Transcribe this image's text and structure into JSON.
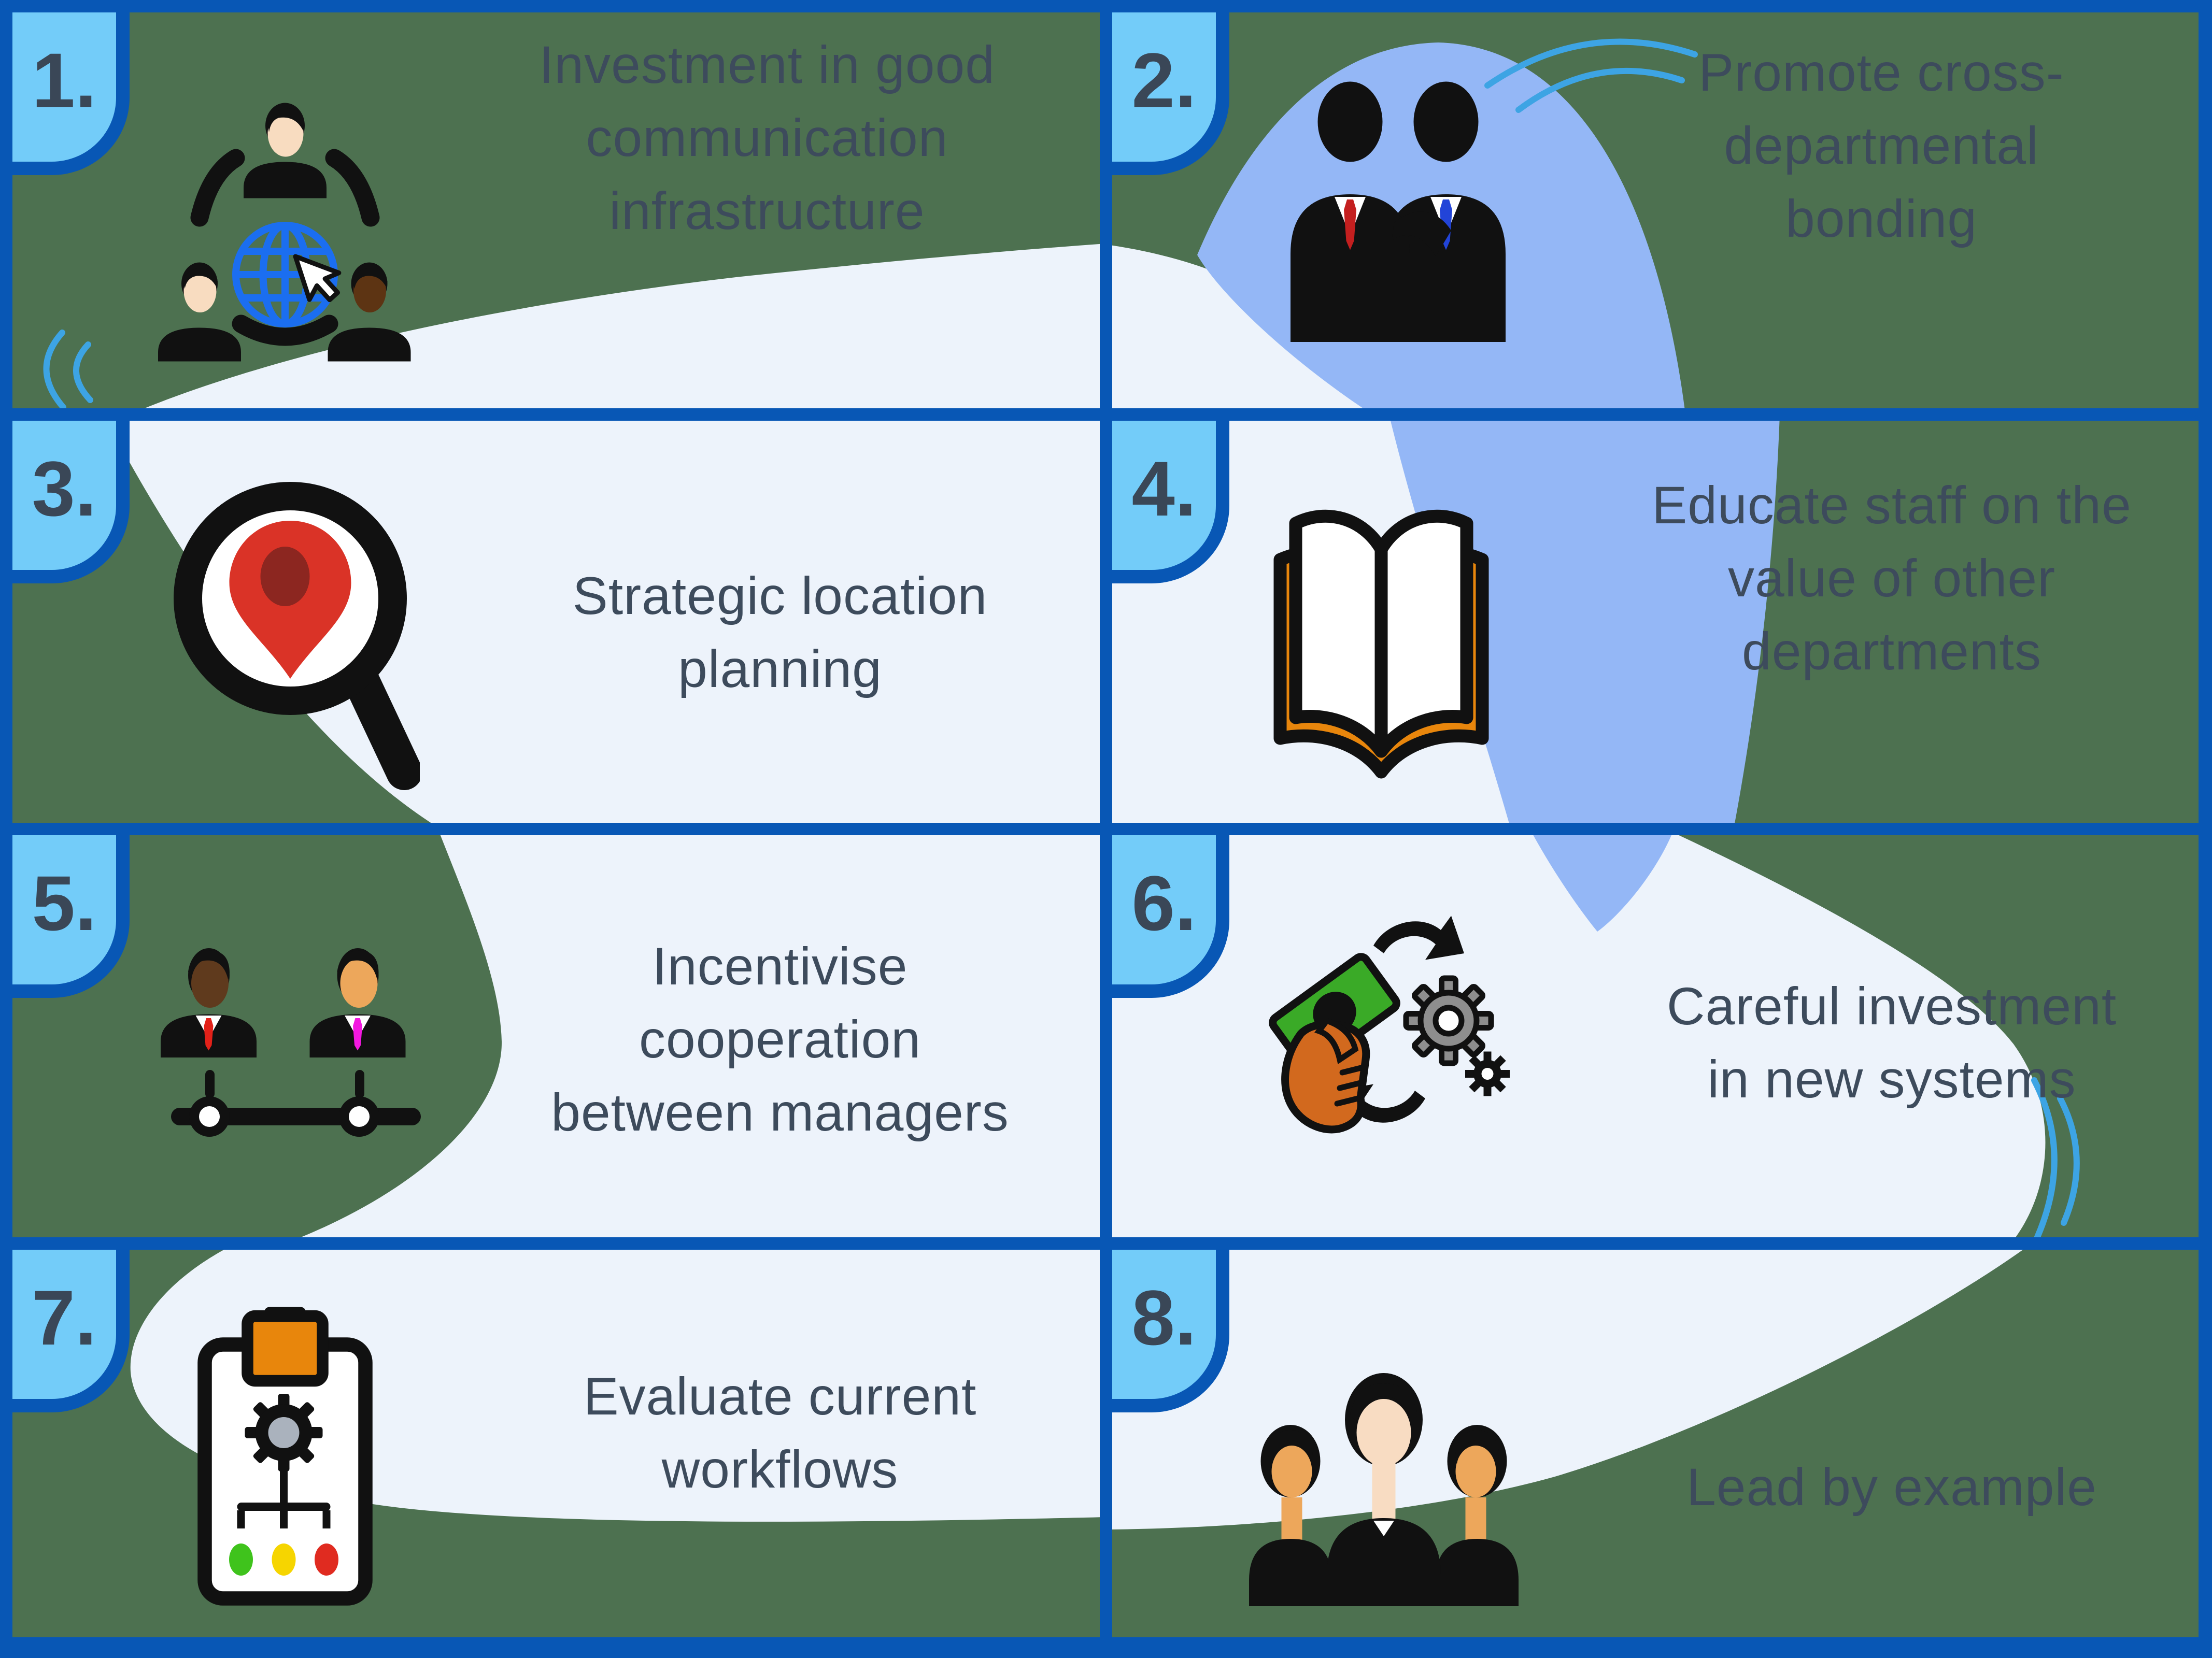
{
  "infographic": {
    "cells": [
      {
        "number": "1.",
        "lines": [
          "Investment in good",
          "communication",
          "infrastructure"
        ],
        "icon": "communication-network"
      },
      {
        "number": "2.",
        "lines": [
          "Promote cross-",
          "departmental",
          "bonding"
        ],
        "icon": "colleagues-bonding"
      },
      {
        "number": "3.",
        "lines": [
          "Strategic location",
          "planning"
        ],
        "icon": "location-search"
      },
      {
        "number": "4.",
        "lines": [
          "Educate staff on the",
          "value of other",
          "departments"
        ],
        "icon": "open-book"
      },
      {
        "number": "5.",
        "lines": [
          "Incentivise",
          "cooperation",
          "between managers"
        ],
        "icon": "managers-org-chart"
      },
      {
        "number": "6.",
        "lines": [
          "Careful investment",
          "in new systems"
        ],
        "icon": "money-gears-cycle"
      },
      {
        "number": "7.",
        "lines": [
          "Evaluate current",
          "workflows"
        ],
        "icon": "workflow-clipboard"
      },
      {
        "number": "8.",
        "lines": [
          "Lead by example"
        ],
        "icon": "team-people"
      }
    ],
    "colors": {
      "frame_blue": "#0857b5",
      "badge_fill": "#73ccf9",
      "badge_number": "#3a4757",
      "background_green": "#4d7150",
      "blob_light": "#edf3fb",
      "blob_periwinkle": "#94b7f6",
      "title_text": "#3d4b5c",
      "swoosh_blue": "#3da4e4"
    }
  }
}
